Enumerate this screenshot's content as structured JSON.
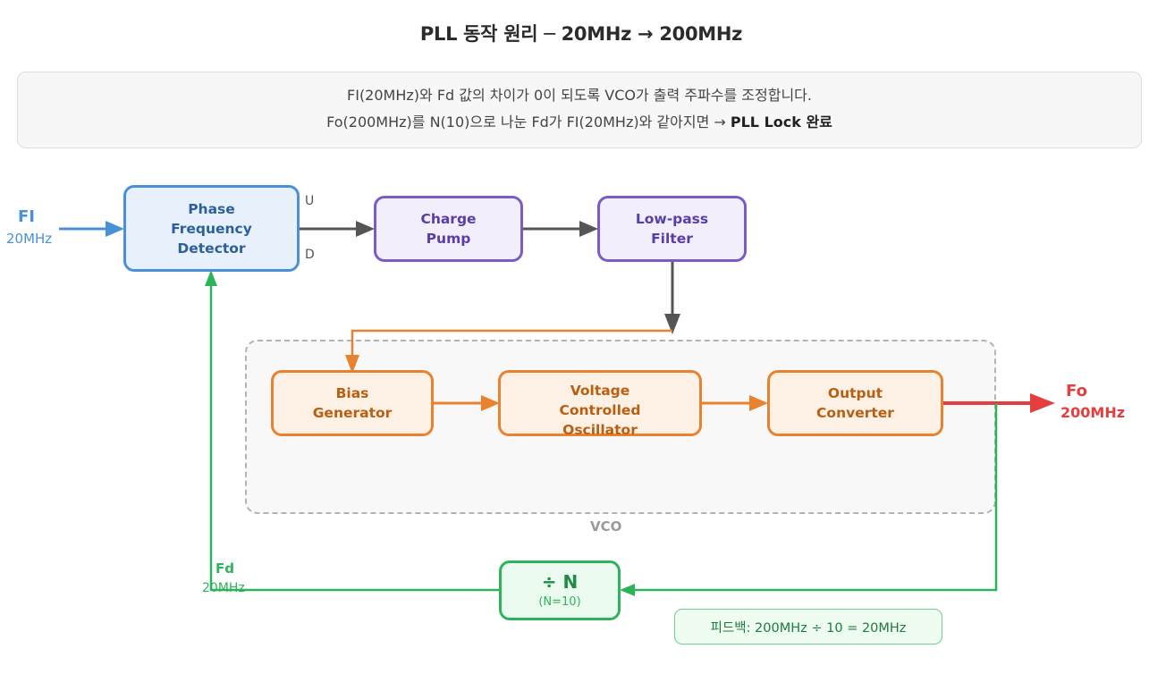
{
  "title": "PLL 동작 원리 ─ 20MHz → 200MHz",
  "description": {
    "line1": "FI(20MHz)와 Fd 값의 차이가 0이 되도록 VCO가 출력 주파수를 조정합니다.",
    "line2_prefix": "Fo(200MHz)를 N(10)으로 나눈 Fd가 FI(20MHz)와 같아지면 → ",
    "line2_bold": "PLL Lock 완료"
  },
  "input_signal": {
    "name": "FI",
    "freq": "20MHz",
    "color": "#4a90d9"
  },
  "output_signal": {
    "name": "Fo",
    "freq": "200MHz",
    "color": "#e53e3e"
  },
  "feedback_signal": {
    "name": "Fd",
    "freq": "20MHz",
    "color": "#2db45a"
  },
  "blocks": {
    "pfd": {
      "lines": [
        "Phase",
        "Frequency",
        "Detector"
      ],
      "port_up": "U",
      "port_down": "D"
    },
    "charge_pump": {
      "lines": [
        "Charge",
        "Pump"
      ]
    },
    "lpf": {
      "lines": [
        "Low-pass",
        "Filter"
      ]
    },
    "bias": {
      "lines": [
        "Bias",
        "Generator"
      ]
    },
    "vco_core": {
      "lines": [
        "Voltage",
        "Controlled",
        "Oscillator"
      ]
    },
    "output_conv": {
      "lines": [
        "Output",
        "Converter"
      ]
    },
    "divider": {
      "symbol": "÷ N",
      "param": "(N=10)"
    }
  },
  "vco_group_label": "VCO",
  "feedback_note": "피드백: 200MHz ÷ 10 = 20MHz"
}
